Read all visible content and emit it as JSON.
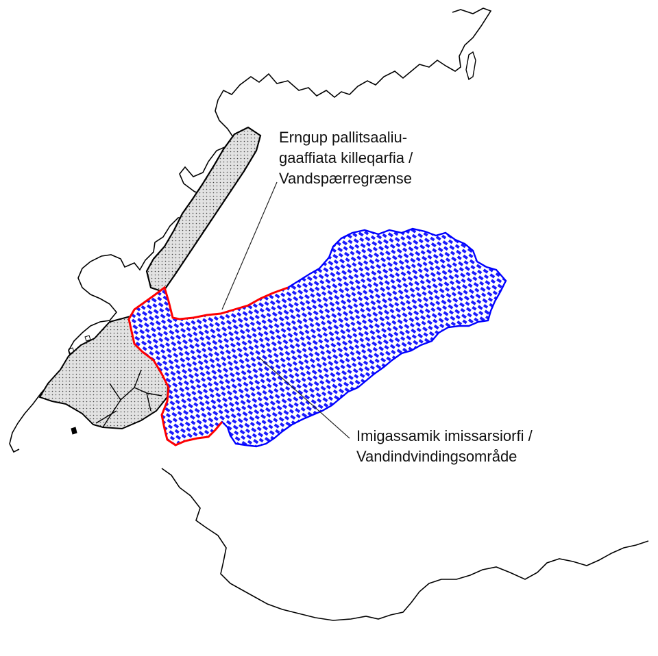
{
  "labels": {
    "water_barrier": {
      "lines": [
        "Erngup pallitsaaliu-",
        "gaaffiata killeqarfia /",
        "Vandspærregrænse"
      ]
    },
    "water_extraction_area": {
      "lines": [
        "Imigassamik imissarsiorfi /",
        "Vandindvindingsområde"
      ]
    }
  },
  "colors": {
    "background": "#ffffff",
    "coastline": "#000000",
    "water_area_outline": "#0000ff",
    "water_area_hatch": "#1a1aff",
    "water_barrier_line": "#ff0000",
    "town_fill": "#d9d9d9",
    "leader_line": "#222222"
  }
}
